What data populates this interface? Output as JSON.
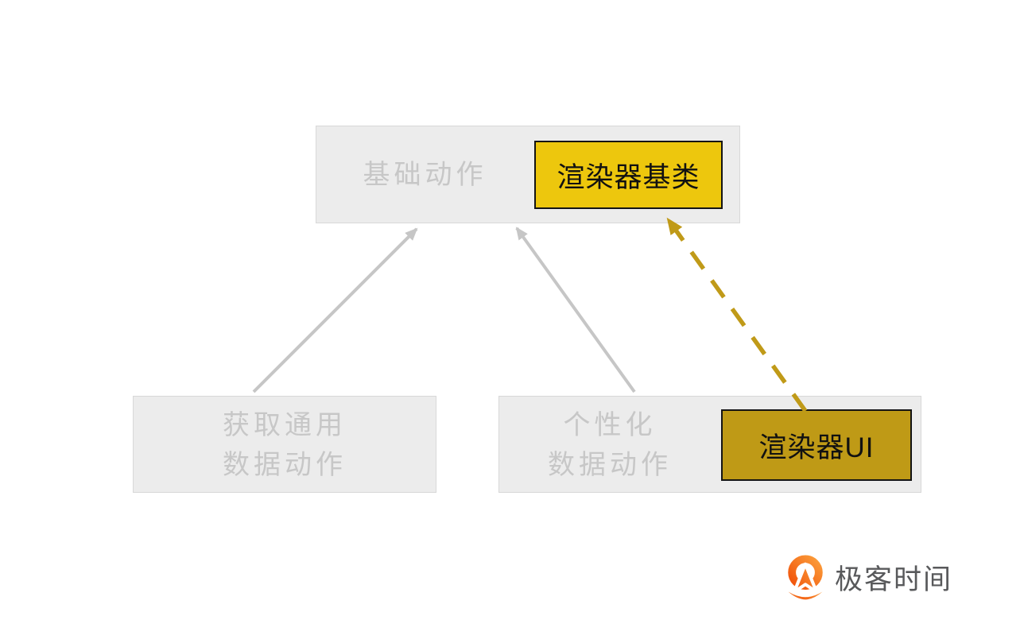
{
  "diagram": {
    "base_actions_label": "基础动作",
    "renderer_base_label": "渲染器基类",
    "common_data_line1": "获取通用",
    "common_data_line2": "数据动作",
    "personalized_line1": "个性化",
    "personalized_line2": "数据动作",
    "renderer_ui_label": "渲染器UI",
    "edges": [
      {
        "from": "common-data-actions",
        "to": "base-actions",
        "style": "solid"
      },
      {
        "from": "personalized-data-actions",
        "to": "base-actions",
        "style": "solid"
      },
      {
        "from": "renderer-ui",
        "to": "renderer-base-class",
        "style": "dashed"
      }
    ]
  },
  "colors": {
    "highlight_yellow": "#edc70d",
    "highlight_gold": "#bf9a16",
    "arrow_gray": "#c6c6c6",
    "arrow_gold": "#c09a18",
    "box_fill": "#ececec",
    "box_border": "#d8d8d8",
    "muted_text": "#c7c7c7",
    "highlight_border": "#141414",
    "logo_orange_dark": "#f1510a",
    "logo_orange_light": "#fb9d3a",
    "logo_text_color": "#58595b"
  },
  "branding": {
    "logo_text": "极客时间"
  }
}
